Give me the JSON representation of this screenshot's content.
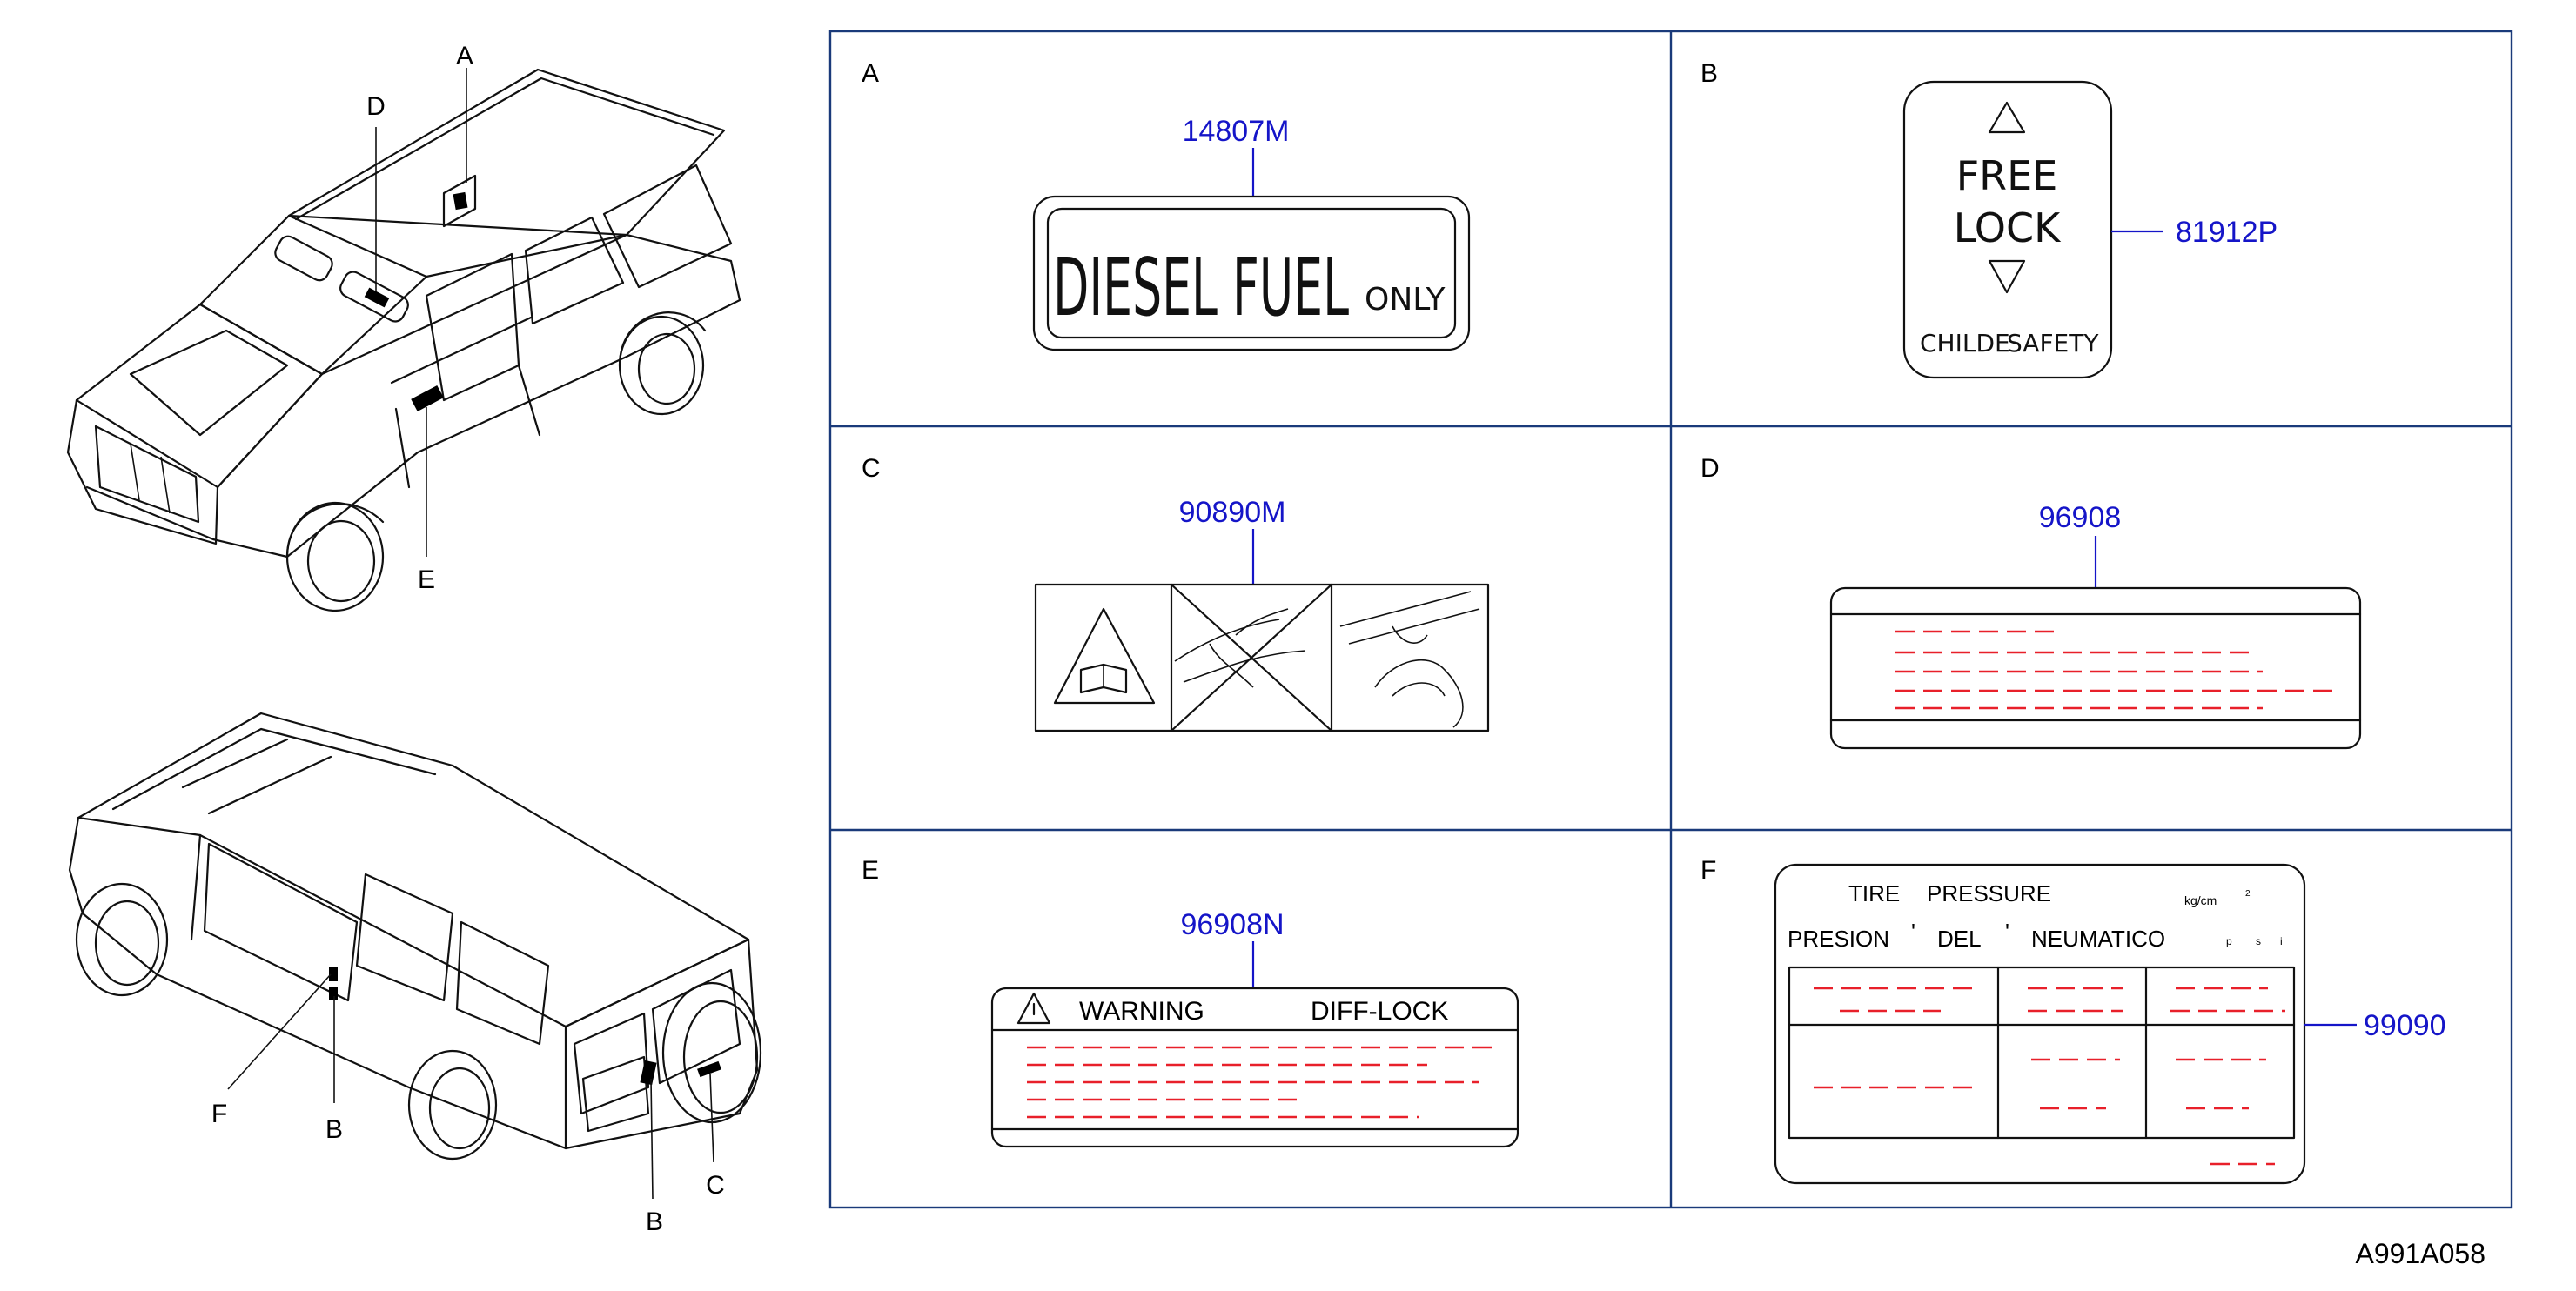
{
  "diagram_id": "A991A058",
  "callouts": {
    "top_vehicle": [
      "A",
      "D",
      "E"
    ],
    "bottom_vehicle": [
      "F",
      "B",
      "B",
      "C"
    ]
  },
  "panels": {
    "A": {
      "letter": "A",
      "part": "14807M",
      "label_text": "DIESEL FUEL",
      "label_suffix": "ONLY"
    },
    "B": {
      "letter": "B",
      "part": "81912P",
      "free": "FREE",
      "lock": "LOCK",
      "childe": "CHILDE",
      "safety": "SAFETY"
    },
    "C": {
      "letter": "C",
      "part": "90890M"
    },
    "D": {
      "letter": "D",
      "part": "96908"
    },
    "E": {
      "letter": "E",
      "part": "96908N",
      "warning": "WARNING",
      "difflock": "DIFF-LOCK"
    },
    "F": {
      "letter": "F",
      "part": "99090",
      "tire": "TIRE",
      "pressure": "PRESSURE",
      "unit1": "kg/cm",
      "unit_sup": "2",
      "presion": "PRESION",
      "del": "DEL",
      "neumatico": "NEUMATICO",
      "psi_p": "p",
      "psi_s": "s",
      "psi_i": "i",
      "apos": "'"
    }
  },
  "colors": {
    "part_number": "#1515c8",
    "placeholder_text": "#e8202a"
  }
}
